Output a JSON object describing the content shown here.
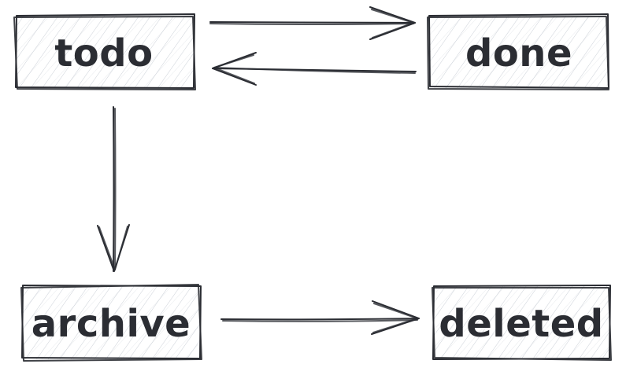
{
  "diagram": {
    "nodes": [
      {
        "id": "todo",
        "label": "todo"
      },
      {
        "id": "done",
        "label": "done"
      },
      {
        "id": "archive",
        "label": "archive"
      },
      {
        "id": "deleted",
        "label": "deleted"
      }
    ],
    "edges": [
      {
        "from": "todo",
        "to": "done"
      },
      {
        "from": "done",
        "to": "todo"
      },
      {
        "from": "todo",
        "to": "archive"
      },
      {
        "from": "archive",
        "to": "deleted"
      }
    ],
    "colors": {
      "stroke": "#2b2d33",
      "hatch": "#c7ccd4",
      "background": "#ffffff"
    }
  }
}
